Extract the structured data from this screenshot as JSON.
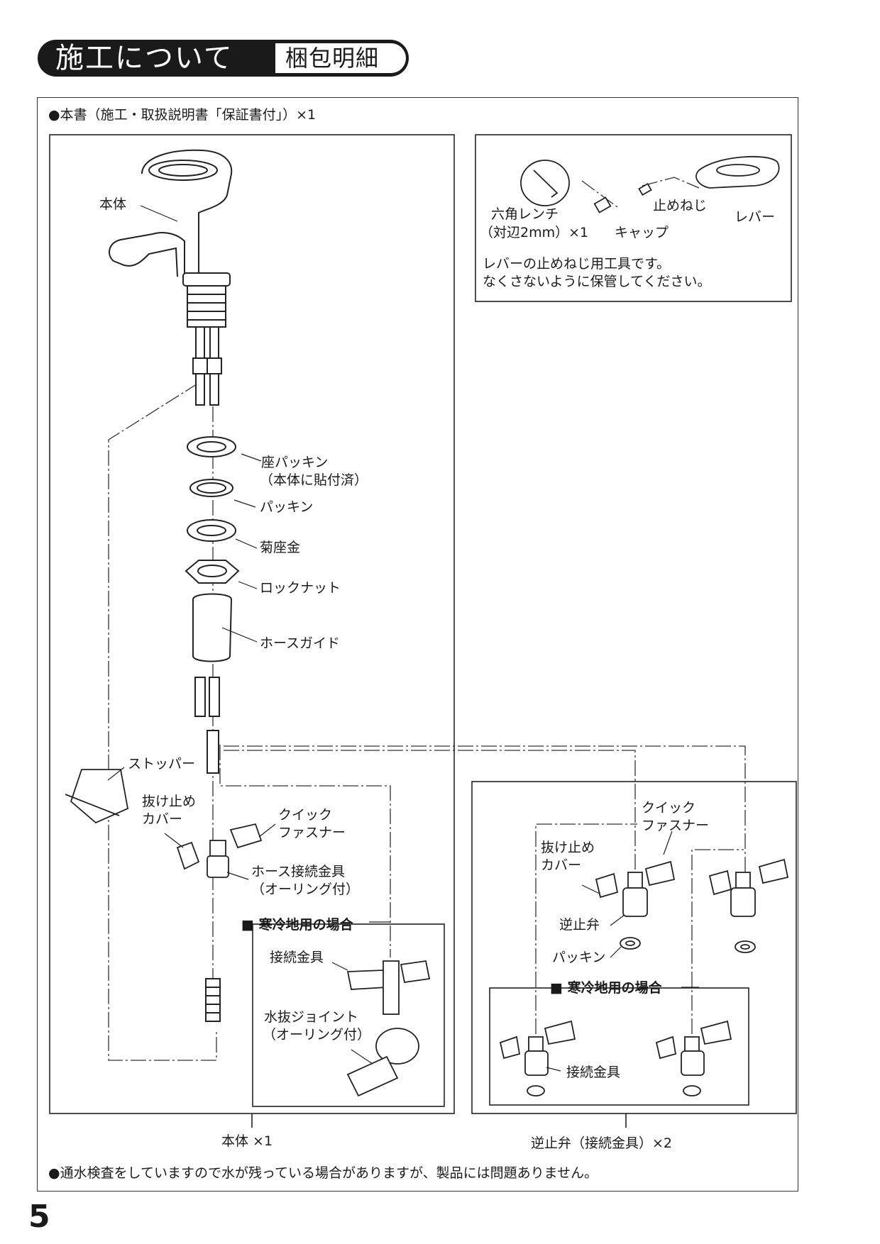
{
  "header": {
    "title": "施工について",
    "subtitle": "梱包明細"
  },
  "notes": {
    "manual": "●本書（施工・取扱説明書「保証書付」）×1",
    "water": "●通水検査をしていますので水が残っている場合がありますが、製品には問題ありません。"
  },
  "tool_box": {
    "hex_wrench": "六角レンチ",
    "hex_wrench_size": "（対辺2mm）×1",
    "set_screw": "止めねじ",
    "lever": "レバー",
    "cap": "キャップ",
    "note_line1": "レバーの止めねじ用工具です。",
    "note_line2": "なくさないように保管してください。"
  },
  "main_parts": {
    "body": "本体",
    "seat_packing": "座パッキン",
    "seat_packing_note": "（本体に貼付済）",
    "packing": "パッキン",
    "chrysanthemum_washer": "菊座金",
    "lock_nut": "ロックナット",
    "hose_guide": "ホースガイド",
    "stopper": "ストッパー",
    "slip_cover_1": "抜け止め",
    "slip_cover_2": "カバー",
    "quick_fastener_1": "クイック",
    "quick_fastener_2": "ファスナー",
    "hose_fitting": "ホース接続金具",
    "hose_fitting_note": "（オーリング付）",
    "cold_region": "■ 寒冷地用の場合",
    "connector": "接続金具",
    "drain_joint": "水抜ジョイント",
    "drain_joint_note": "（オーリング付）",
    "caption": "本体 ×1"
  },
  "valve_parts": {
    "quick_fastener_1": "クイック",
    "quick_fastener_2": "ファスナー",
    "slip_cover_1": "抜け止め",
    "slip_cover_2": "カバー",
    "check_valve": "逆止弁",
    "packing": "パッキン",
    "cold_region": "■ 寒冷地用の場合",
    "connector": "接続金具",
    "caption": "逆止弁（接続金具）×2"
  },
  "page_number": "5"
}
